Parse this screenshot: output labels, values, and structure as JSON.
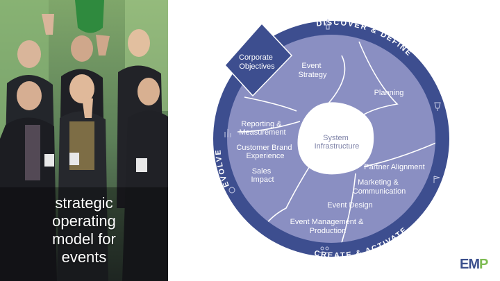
{
  "photo": {
    "caption_lines": [
      "strategic",
      "operating",
      "model for",
      "events"
    ]
  },
  "diagram": {
    "ring_labels": {
      "discover": "DISCOVER & DEFINE",
      "create": "CREATE & ACTIVATE",
      "evolve": "EVOLVE"
    },
    "center": {
      "line1": "System",
      "line2": "Infrastructure"
    },
    "corporate": [
      "Corporate",
      "Objectives"
    ],
    "event_strategy": [
      "Event",
      "Strategy"
    ],
    "planning": [
      "Planning"
    ],
    "partner": [
      "Partner Alignment"
    ],
    "marketing": [
      "Marketing &",
      "Communication"
    ],
    "event_design": [
      "Event Design"
    ],
    "management": [
      "Event Management &",
      "Production"
    ],
    "reporting": [
      "Reporting &",
      "Measurement"
    ],
    "customer": [
      "Customer Brand",
      "Experience"
    ],
    "sales": [
      "Sales",
      "Impact"
    ]
  },
  "logo": {
    "left": "EM",
    "right": "P"
  },
  "colors": {
    "ring": "#3d4e8f",
    "inner": "#8a8fc2",
    "dark_segment": "#3d4e8f",
    "divider": "#ffffff",
    "logo_green": "#7dbb52"
  }
}
